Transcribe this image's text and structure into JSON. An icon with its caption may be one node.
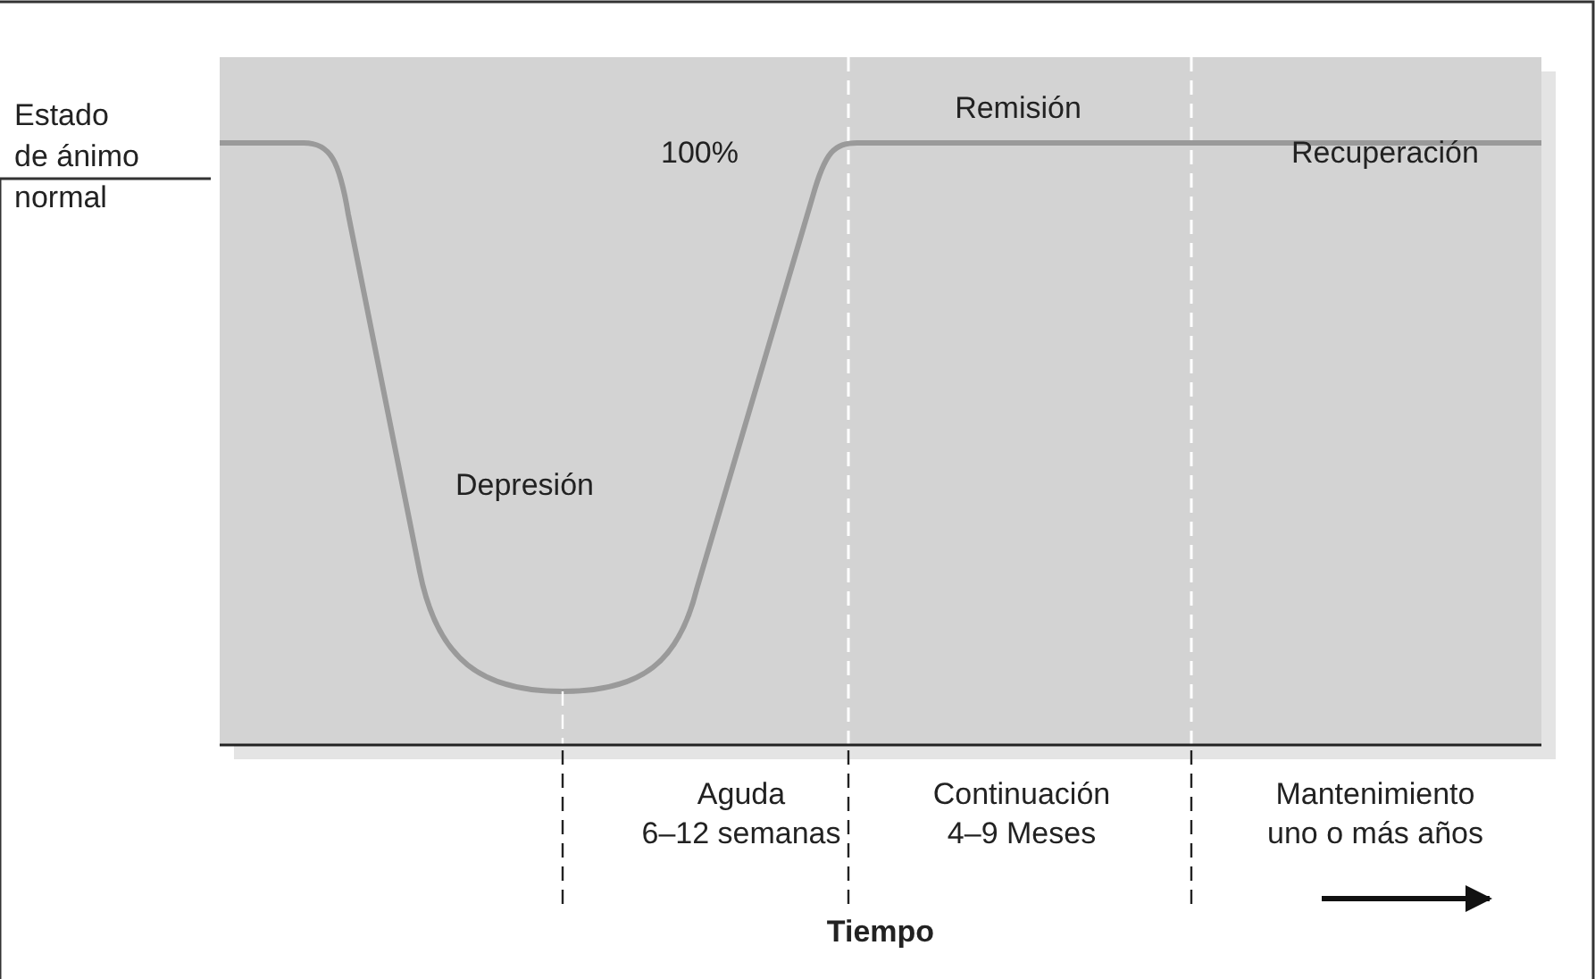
{
  "diagram": {
    "labels": [
      "Estado de ánimo normal",
      "Remisión",
      "100%",
      "Recuperación",
      "Depresión",
      "Aguda 6–12 semanas",
      "Continuación 4–9 Meses",
      "Mantenimiento uno o más años",
      "Tiempo"
    ]
  }
}
